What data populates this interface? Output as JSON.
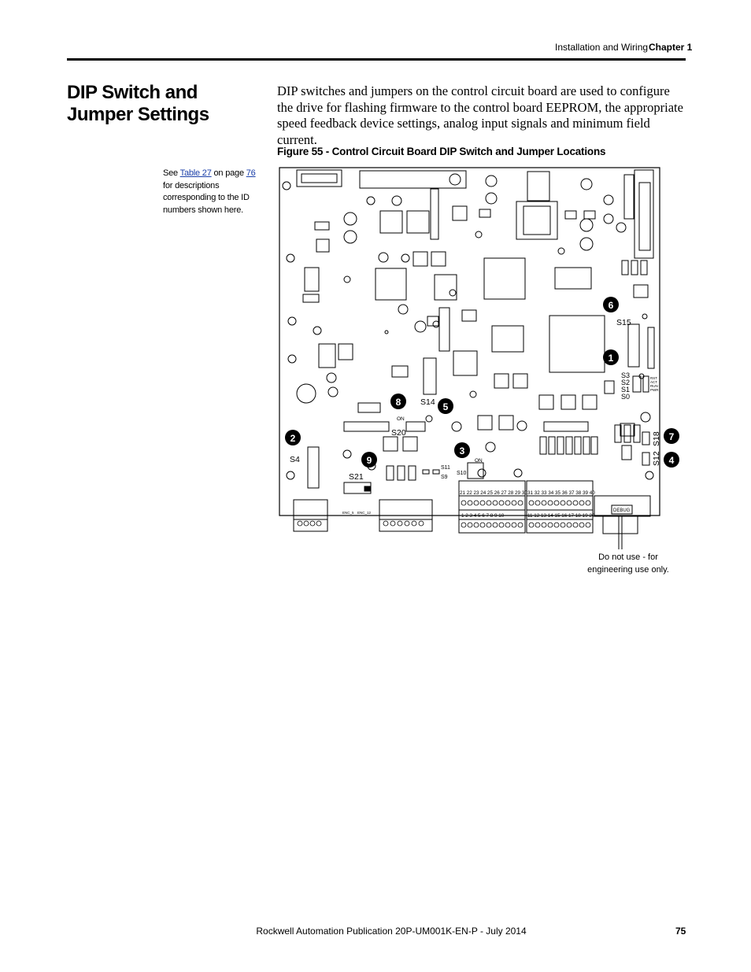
{
  "header": {
    "section": "Installation and Wiring",
    "chapter": "Chapter 1"
  },
  "page_title": "DIP Switch and Jumper Settings",
  "intro": "DIP switches and jumpers on the control circuit board are used to configure the drive for flashing firmware to the control board EEPROM, the appropriate speed feedback device settings, analog input signals and minimum field current.",
  "figure": {
    "title": "Figure 55 - Control Circuit Board DIP Switch and Jumper Locations",
    "callouts": [
      "1",
      "2",
      "3",
      "4",
      "5",
      "6",
      "7",
      "8",
      "9"
    ],
    "switch_labels": {
      "s15": "S15",
      "s14": "S14",
      "s20": "S20",
      "s4": "S4",
      "s21": "S21",
      "s11": "S11",
      "s9": "S9",
      "s10": "S10",
      "s18": "S18",
      "s12": "S12",
      "s3": "S3",
      "s2": "S2",
      "s1": "S1",
      "s0": "S0",
      "on": "ON",
      "rst": "RST",
      "act": "ACT",
      "run": "RUN",
      "pwr": "PWR",
      "enc5": "ENC_5",
      "enc12": "ENC_12",
      "debug": "DEBUG"
    },
    "terminals_top_a": "21 22 23 24 25 26 27 28 29 30",
    "terminals_top_b": "31 32 33 34 35 36 37 38 39 40",
    "terminals_bot_a": "1  2  3  4  5  6  7  8  9 10",
    "terminals_bot_b": "11 12 13 14 15 16 17 18 19 20",
    "note": [
      "Do not use - for",
      "engineering use only."
    ]
  },
  "side_note": {
    "prefix": "See ",
    "table_link": "Table 27",
    "middle": " on page ",
    "page_link": "76",
    "suffix": " for descriptions corresponding to the ID numbers shown here."
  },
  "footer": {
    "publication": "Rockwell Automation Publication 20P-UM001K-EN-P - July 2014",
    "page_number": "75"
  }
}
